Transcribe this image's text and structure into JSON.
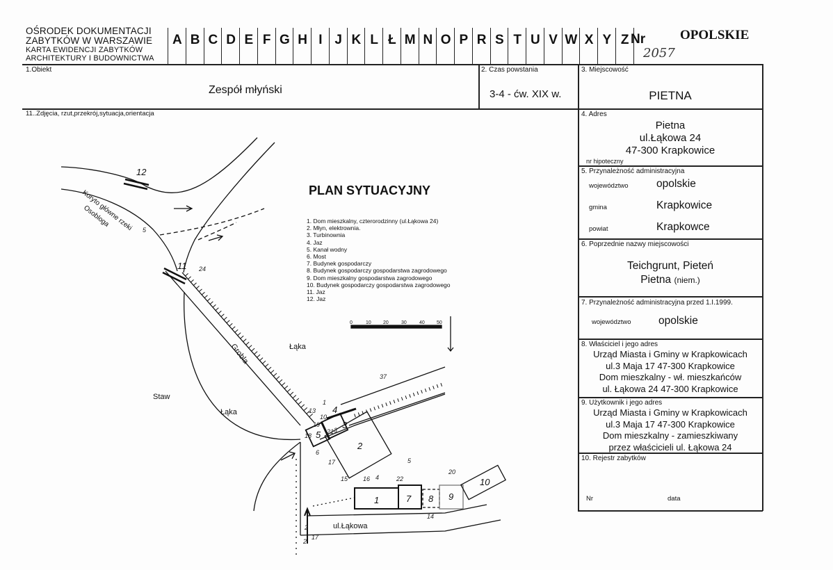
{
  "header": {
    "org_line1": "OŚRODEK DOKUMENTACJI",
    "org_line2": "ZABYTKÓW W WARSZAWIE",
    "card_line1": "KARTA EWIDENCJI ZABYTKÓW",
    "card_line2": "ARCHITEKTURY I BUDOWNICTWA",
    "letters": [
      "A",
      "B",
      "C",
      "D",
      "E",
      "F",
      "G",
      "H",
      "I",
      "J",
      "K",
      "L",
      "Ł",
      "M",
      "N",
      "O",
      "P",
      "R",
      "S",
      "T",
      "U",
      "V",
      "W",
      "X",
      "Y",
      "Z"
    ],
    "nr_label": "Nr",
    "voivodeship": "OPOLSKIE",
    "nr_handwritten": "2057"
  },
  "fields": {
    "obiekt_label": "1.Obiekt",
    "obiekt_value": "Zespół młyński",
    "czas_label": "2. Czas powstania",
    "czas_value": "3-4 - ćw. XIX w.",
    "miejscowosc_label": "3. Miejscowość",
    "miejscowosc_value": "PIETNA",
    "zdjecia_label": "11..Zdjęcia, rzut,przekrój,sytuacja,orientacja",
    "adres_label": "4. Adres",
    "adres_line1": "Pietna",
    "adres_line2": "ul.Łąkowa 24",
    "adres_line3": "47-300  Krapkowice",
    "hipoteczny_label": "nr hipoteczny",
    "przynaleznosc_label": "5. Przynależność administracyjna",
    "wojewodztwo_label": "województwo",
    "wojewodztwo_value": "opolskie",
    "gmina_label": "gmina",
    "gmina_value": "Krapkowice",
    "powiat_label": "powiat",
    "powiat_value": "Krapkowce",
    "poprzednie_label": "6. Poprzednie nazwy miejscowości",
    "poprzednie_line1": "Teichgrunt, Pieteń",
    "poprzednie_line2a": "Pietna",
    "poprzednie_line2b": "(niem.)",
    "przynaleznosc_przed_label": "7. Przynależność administracyjna przed 1.I.1999.",
    "wojewodztwo2_label": "województwo",
    "wojewodztwo2_value": "opolskie",
    "wlasciciel_label": "8. Właściciel i jego adres",
    "wlasciciel_lines": [
      "Urząd Miasta i Gminy w Krapkowicach",
      "ul.3 Maja 17    47-300 Krapkowice",
      "Dom mieszkalny - wł. mieszkańców",
      "ul. Łąkowa 24    47-300 Krapkowice"
    ],
    "uzytkownik_label": "9. Użytkownik i jego adres",
    "uzytkownik_lines": [
      "Urząd Miasta i Gminy w Krapkowicach",
      "ul.3 Maja 17    47-300 Krapkowice",
      "Dom mieszkalny - zamieszkiwany",
      "przez  właścicieli     ul. Łąkowa 24"
    ],
    "rejestr_label": "10. Rejestr zabytków",
    "nr_label": "Nr",
    "data_label": "data"
  },
  "plan": {
    "title": "PLAN SYTUACYJNY",
    "legend": [
      "1.  Dom mieszkalny, czterorodzinny (ul.Łąkowa 24)",
      "2.  Młyn, elektrownia.",
      "3.  Turbinownia",
      "4.  Jaz",
      "5.  Kanał wodny",
      "6.  Most",
      "7.  Budynek gospodarczy",
      "8.  Budynek gospodarczy gospodarstwa zagrodowego",
      "9.  Dom mieszkalny gospodarstwa zagrodowego",
      "10. Budynek gospodarczy gospodarstwa zagrodowego",
      "11. Jaz",
      "12. Jaz"
    ],
    "scale_labels": [
      "0",
      "10",
      "20",
      "30",
      "40",
      "50"
    ],
    "labels": {
      "koryto": "Koryto główne rzeki",
      "osoblog": "Osobloga",
      "grobla": "Grobla",
      "laka1": "Łąka",
      "laka2": "Łąka",
      "staw": "Staw",
      "ulica": "ul.Łąkowa"
    },
    "numbers": [
      "12",
      "11",
      "1",
      "2",
      "3",
      "4",
      "5",
      "7",
      "8",
      "9",
      "10"
    ],
    "photo_marks": [
      "2",
      "5",
      "24",
      "37",
      "1",
      "10",
      "13",
      "19",
      "21",
      "3",
      "18",
      "6",
      "17",
      "5",
      "20",
      "15",
      "16",
      "4",
      "22",
      "14",
      "2",
      "17"
    ]
  }
}
